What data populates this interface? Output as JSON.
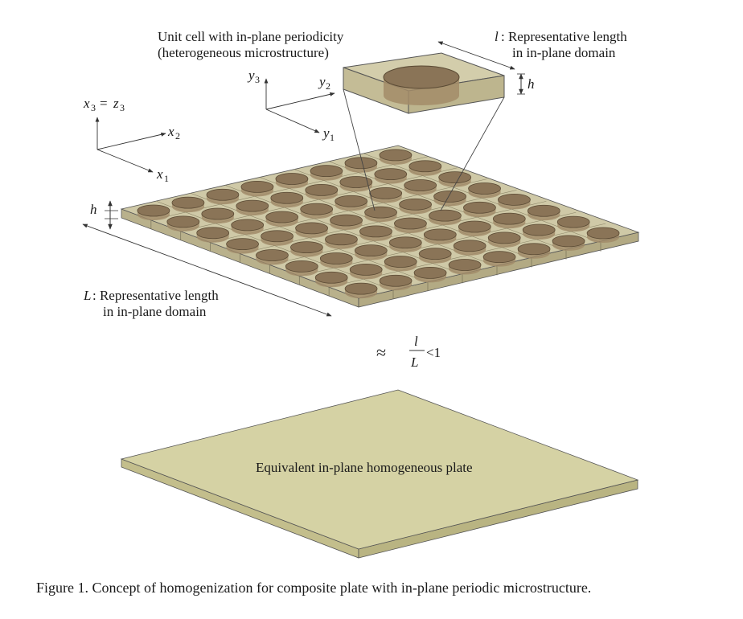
{
  "unit_cell": {
    "title_line1": "Unit cell with in-plane periodicity",
    "title_line2": "(heterogeneous microstructure)",
    "l_symbol": "l",
    "l_line1": ": Representative length",
    "l_line2": "in in-plane domain",
    "h_label": "h"
  },
  "global_axes": {
    "x3_eq_left": "x",
    "x3_sub": "3",
    "eq": "=",
    "z3": "z",
    "z3_sub": "3",
    "x2": "x",
    "x2_sub": "2",
    "x1": "x",
    "x1_sub": "1"
  },
  "local_axes": {
    "y3": "y",
    "y3_sub": "3",
    "y2": "y",
    "y2_sub": "2",
    "y1": "y",
    "y1_sub": "1"
  },
  "plate": {
    "h_label": "h",
    "L_symbol": "L",
    "L_line1": ": Representative length",
    "L_line2": "in in-plane domain",
    "grid_rows": 8,
    "grid_cols": 8
  },
  "approx": {
    "symbol": "≈",
    "numer": "l",
    "denom": "L",
    "relation": "<1"
  },
  "homogeneous": {
    "label": "Equivalent in-plane homogeneous plate"
  },
  "caption": {
    "text": "Figure 1. Concept of homogenization for composite plate with in-plane periodic microstructure."
  },
  "colors": {
    "matrix": "#cfc9a7",
    "matrix_side": "#b9b18c",
    "inclusion_top": "#8a7457",
    "inclusion_side": "#a08a68",
    "homog_top": "#d5d2a4",
    "homog_side": "#c3be8c",
    "line": "#333333"
  }
}
